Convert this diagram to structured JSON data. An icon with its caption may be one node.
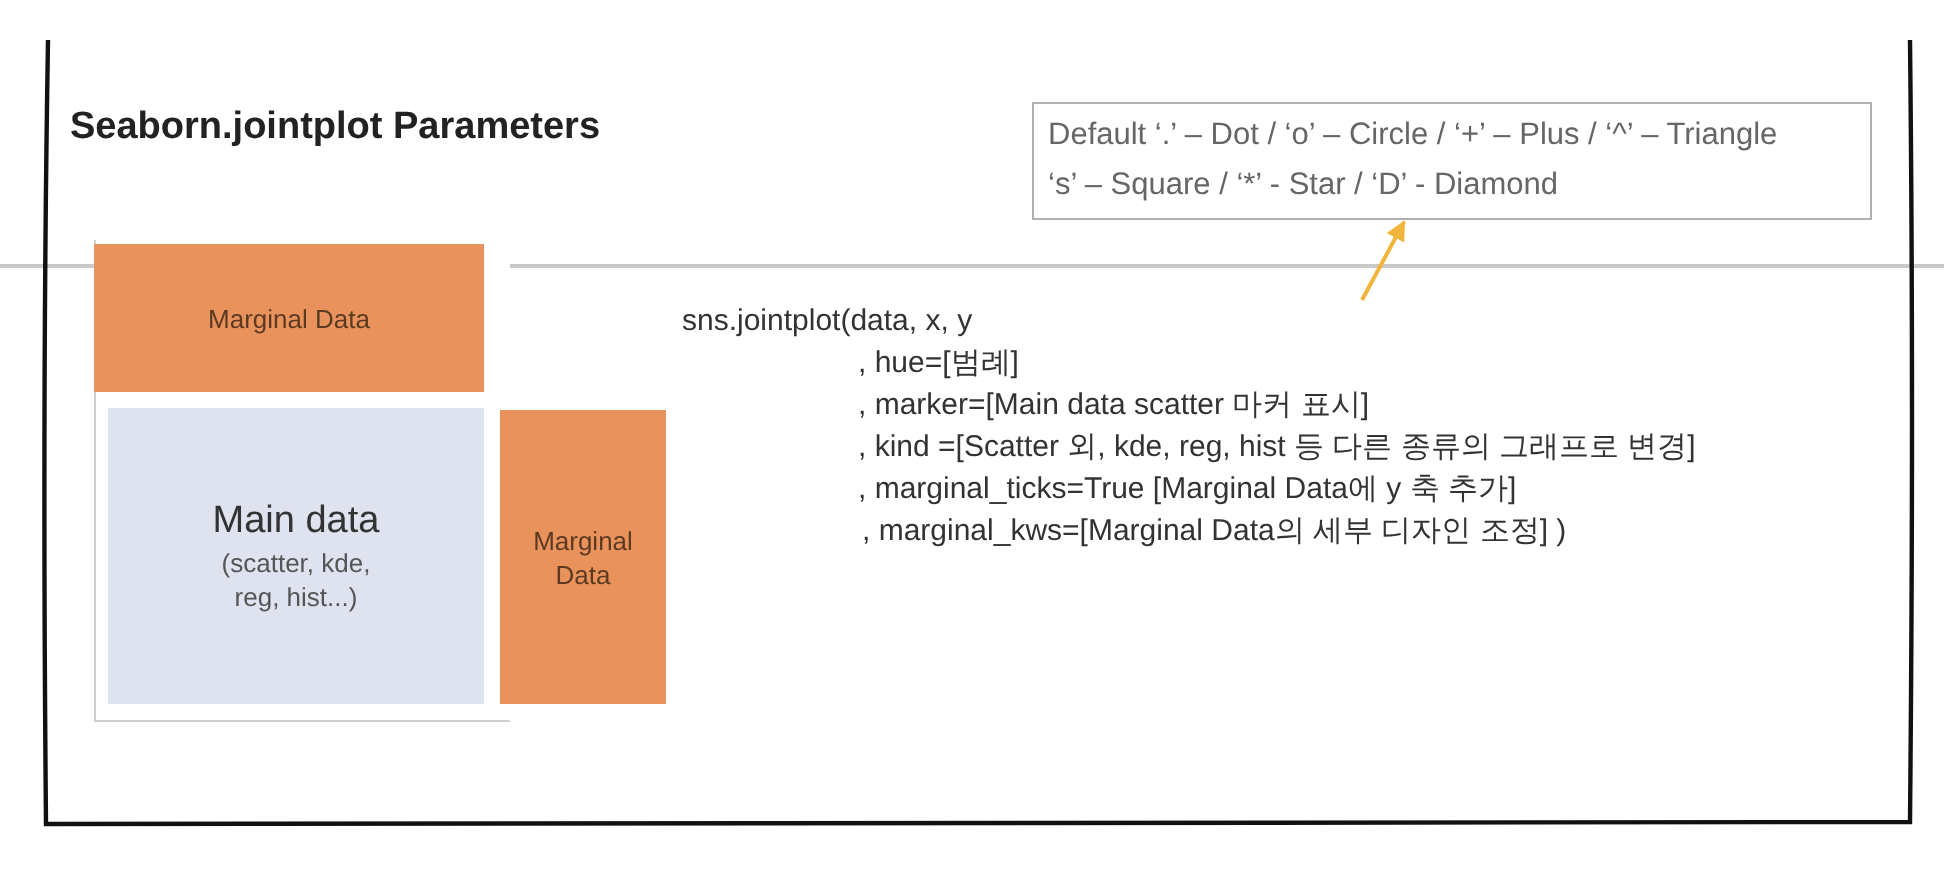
{
  "diagram": {
    "title": "Seaborn.jointplot Parameters",
    "nodes": [
      {
        "text": [
          "Marginal Data"
        ]
      },
      {
        "text": [
          "Main data",
          "(scatter, kde, reg, hist...)"
        ]
      },
      {
        "text": [
          "Marginal Data"
        ]
      },
      {
        "text": [
          "Default ‘.’ – Dot / ‘o’ – Circle / ‘+’ – Plus / ‘^’ – Triangle ‘s’ – Square / ‘*’ - Star / ‘D’ - Diamond"
        ]
      },
      {
        "text": [
          "sns.jointplot(data, x, y",
          ", hue=[범례]",
          ", marker=[Main data scatter 마커 표시]",
          ", kind =[Scatter 외, kde, reg, hist 등 다른 종류의 그래프로 변경]",
          ", marginal_ticks=True [Marginal Data에 y 축 추가]",
          ", marginal_kws=[Marginal Data의 세부 디자인 조정] )"
        ]
      }
    ],
    "edges": [
      {
        "from": 4,
        "to": 3,
        "arrow": "to",
        "color": "#f2b53c"
      }
    ]
  }
}
